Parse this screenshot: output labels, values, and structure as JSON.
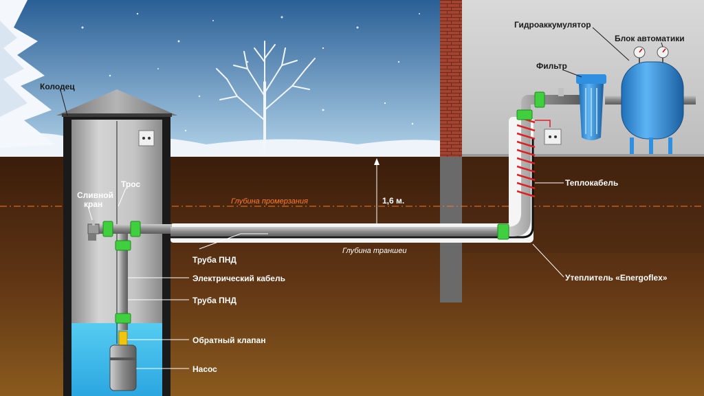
{
  "labels": {
    "well": "Колодец",
    "drain_valve_line1": "Сливной",
    "drain_valve_line2": "кран",
    "rope": "Трос",
    "accumulator": "Гидроаккумулятор",
    "automation_block": "Блок автоматики",
    "filter": "Фильтр",
    "freeze_depth": "Глубина промерзания",
    "depth_value": "1,6 м.",
    "trench_depth": "Глубина траншеи",
    "heating_cable": "Теплокабель",
    "hdpe_pipe_horizontal": "Труба ПНД",
    "electric_cable": "Электрический кабель",
    "hdpe_pipe_vertical": "Труба ПНД",
    "check_valve": "Обратный клапан",
    "pump": "Насос",
    "insulation": "Утеплитель «Energoflex»"
  },
  "colors": {
    "sky_top": "#2f6aa0",
    "sky_bottom": "#a9cde6",
    "soil": "#5a2f12",
    "well_body": "#b9b9b9",
    "water": "#4fc6ef",
    "pipe": "#8c8c8c",
    "fitting": "#3fcf3f",
    "accumulator": "#2f8fe0",
    "brick": "#9a3b2a",
    "heating_cable": "#e02020",
    "freeze_line": "#ff7a2a"
  }
}
